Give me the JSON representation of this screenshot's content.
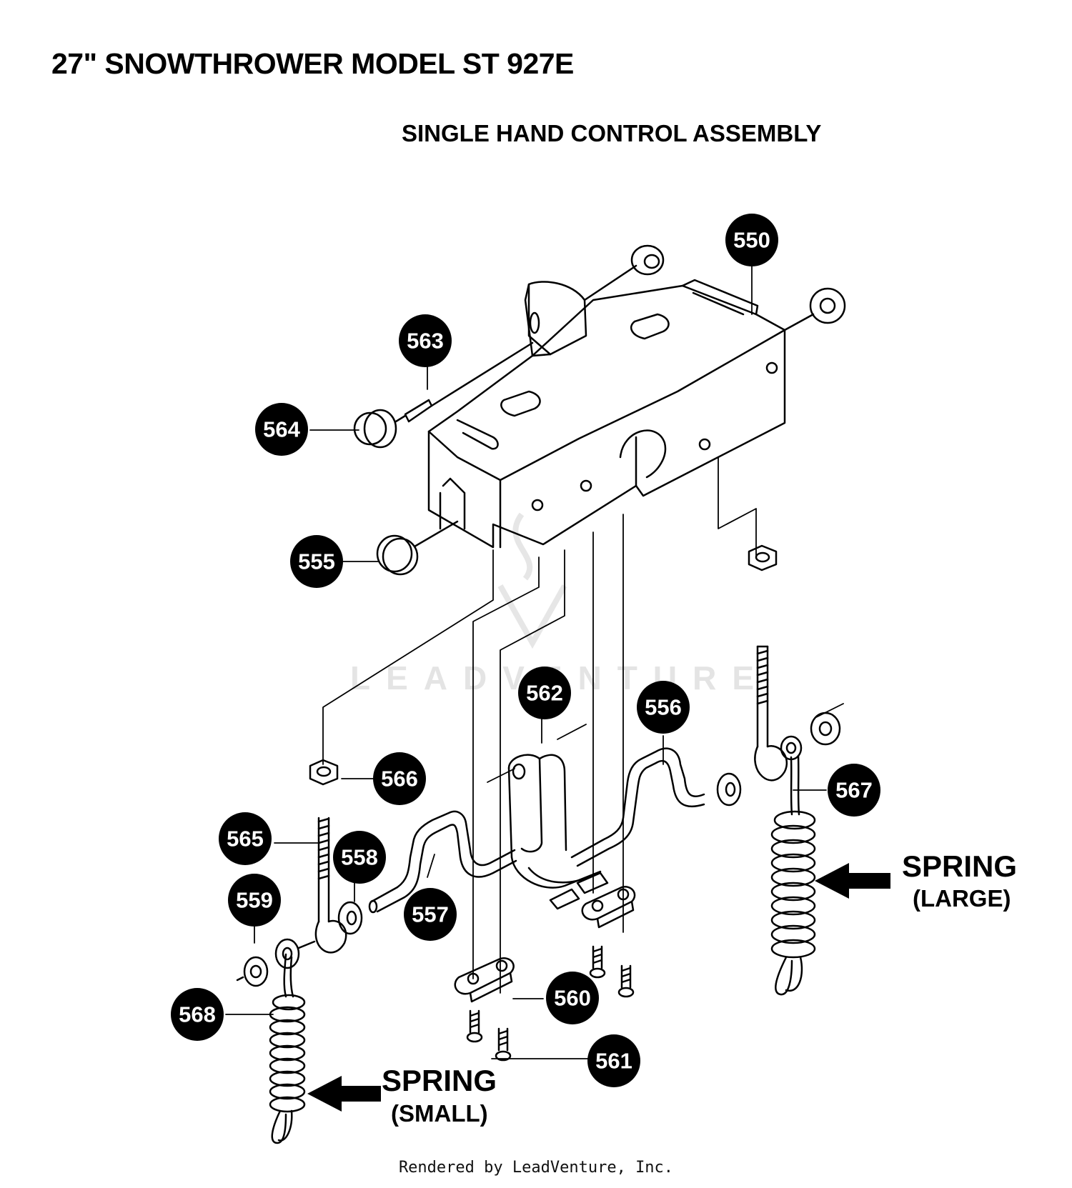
{
  "header": {
    "title": "27\" SNOWTHROWER MODEL ST 927E",
    "subtitle": "SINGLE HAND CONTROL ASSEMBLY"
  },
  "callouts": [
    {
      "id": "550",
      "label": "550"
    },
    {
      "id": "563",
      "label": "563"
    },
    {
      "id": "564",
      "label": "564"
    },
    {
      "id": "555",
      "label": "555"
    },
    {
      "id": "562",
      "label": "562"
    },
    {
      "id": "556",
      "label": "556"
    },
    {
      "id": "566",
      "label": "566"
    },
    {
      "id": "567",
      "label": "567"
    },
    {
      "id": "565",
      "label": "565"
    },
    {
      "id": "558",
      "label": "558"
    },
    {
      "id": "559",
      "label": "559"
    },
    {
      "id": "557",
      "label": "557"
    },
    {
      "id": "568",
      "label": "568"
    },
    {
      "id": "560",
      "label": "560"
    },
    {
      "id": "561",
      "label": "561"
    }
  ],
  "annotations": {
    "spring_large": {
      "title": "SPRING",
      "size": "(LARGE)"
    },
    "spring_small": {
      "title": "SPRING",
      "size": "(SMALL)"
    }
  },
  "watermark": "LEADVENTURE",
  "footer": "Rendered by LeadVenture, Inc."
}
